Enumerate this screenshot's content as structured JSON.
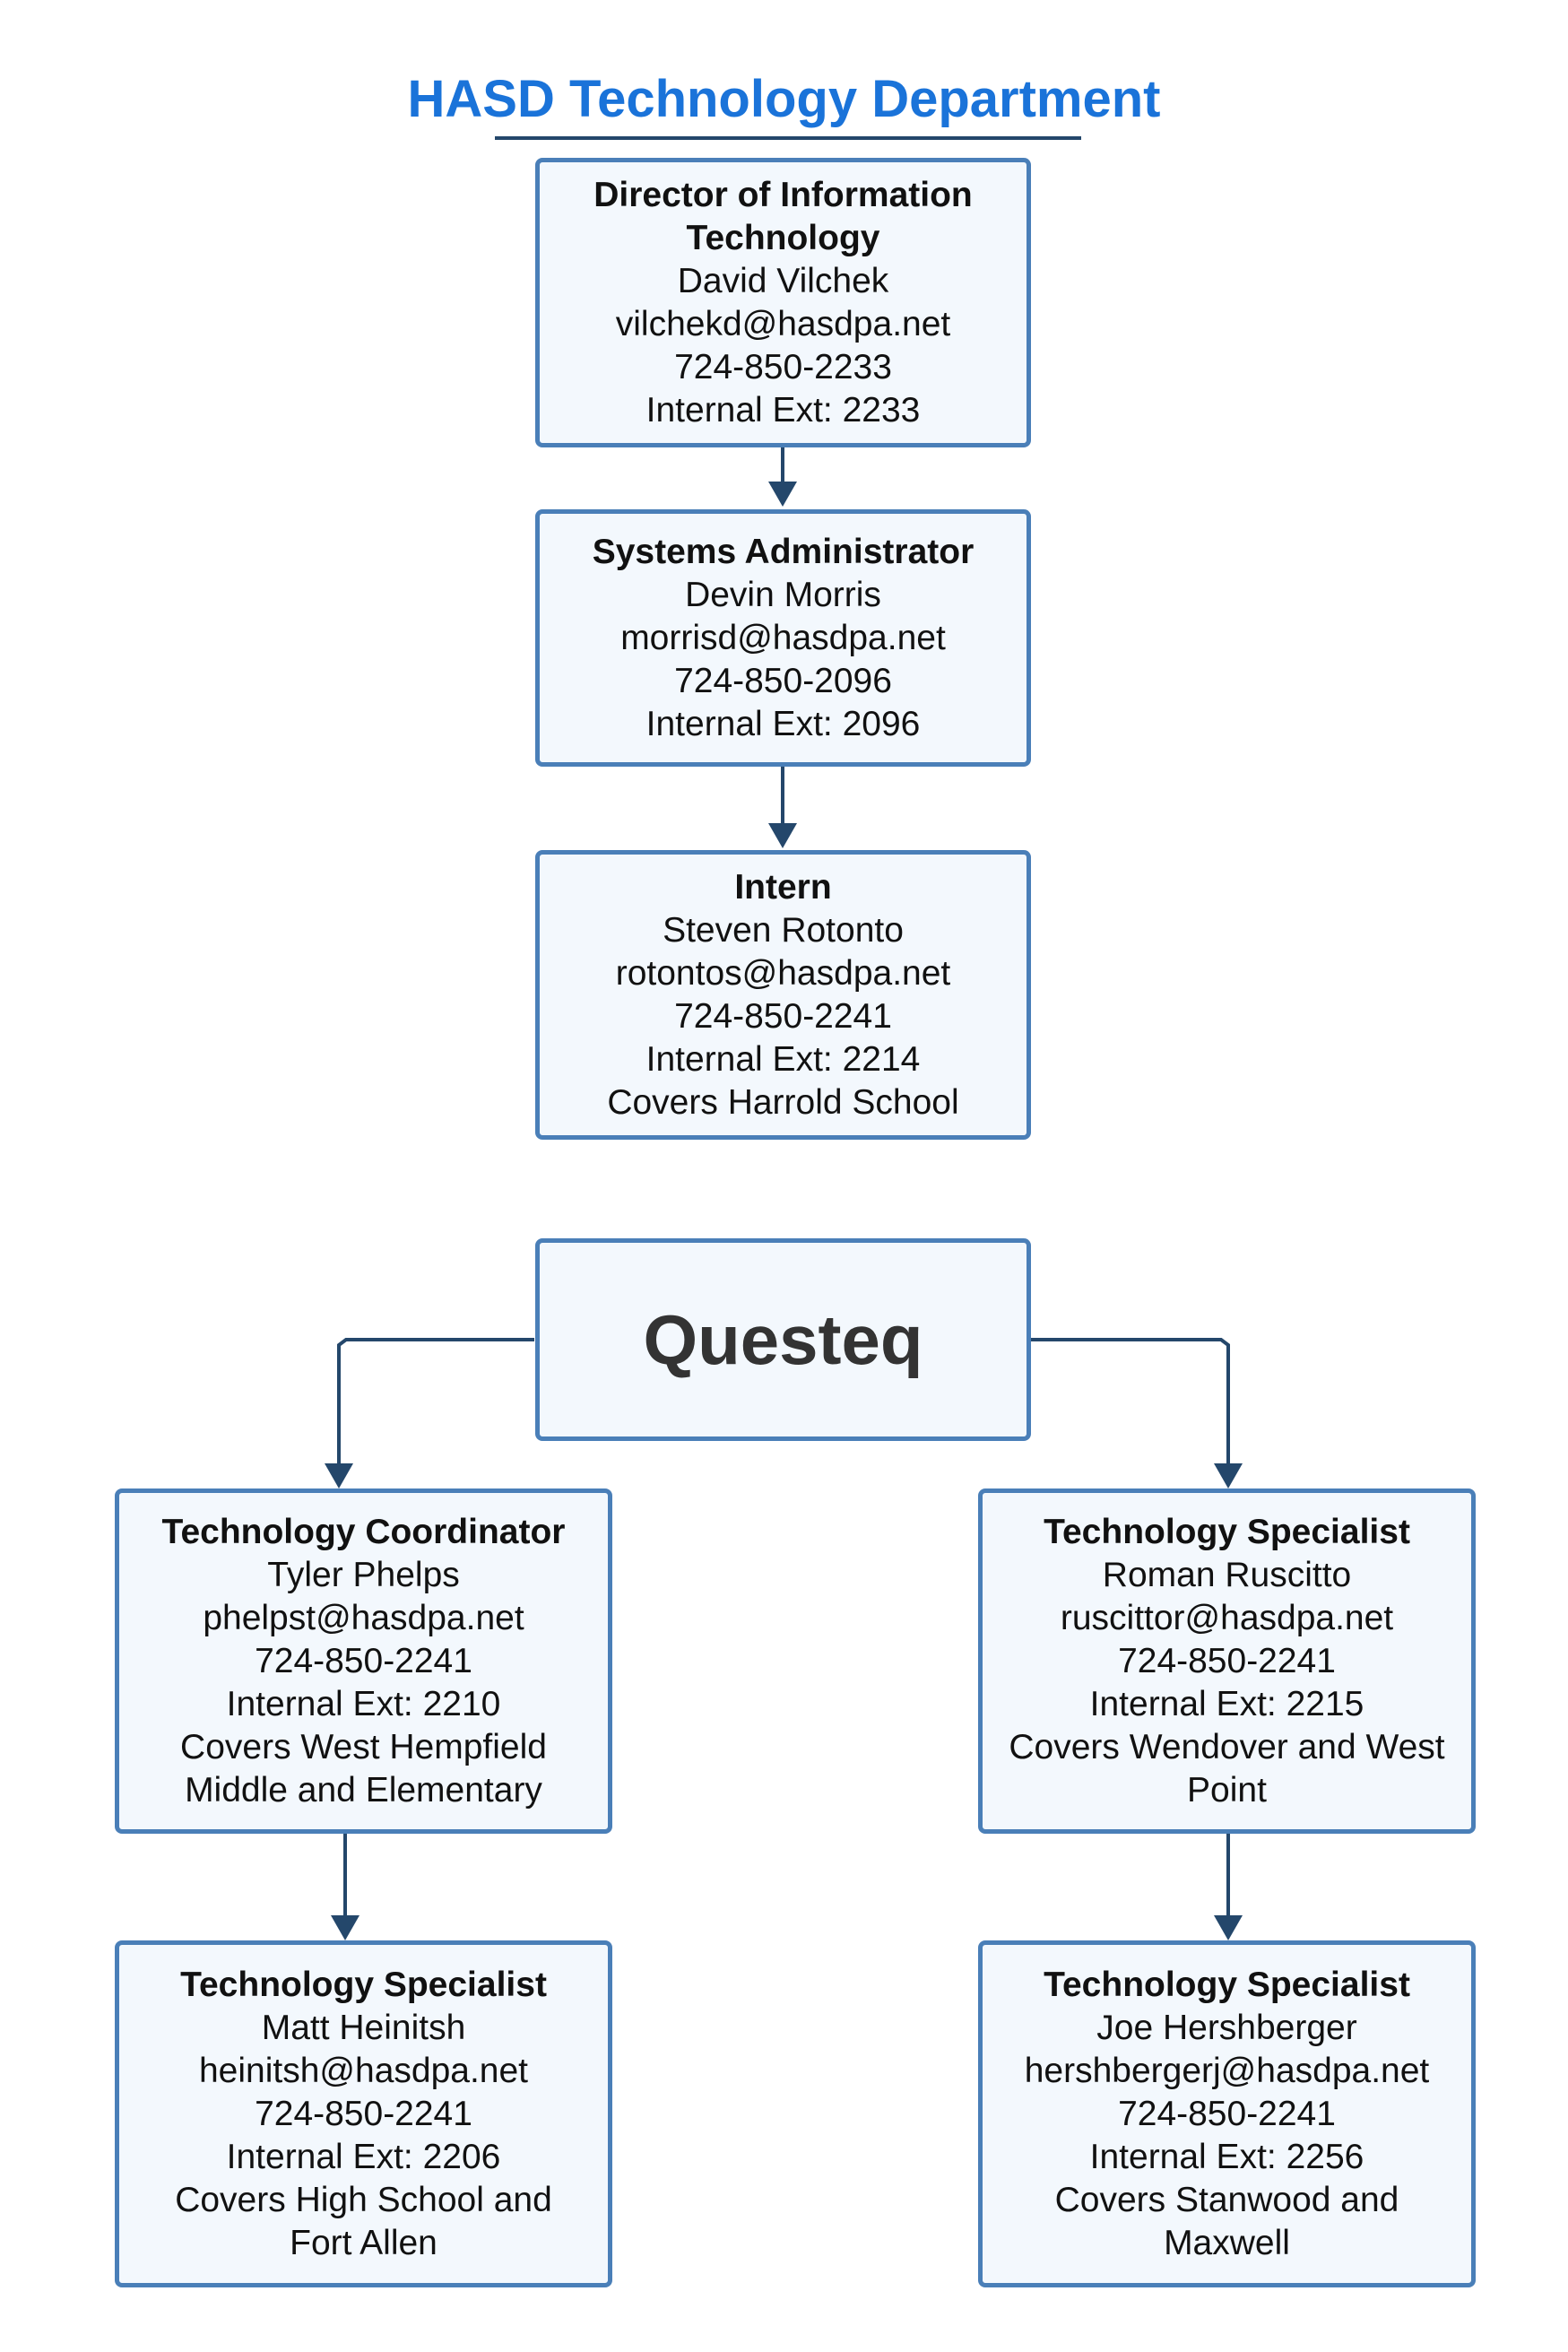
{
  "title": "HASD Technology Department",
  "colors": {
    "title": "#1a73d9",
    "box_border": "#4a7fb8",
    "box_fill": "#f3f8fd",
    "connector": "#24476b"
  },
  "nodes": {
    "director": {
      "role": "Director of Information Technology",
      "name": "David Vilchek",
      "email": "vilchekd@hasdpa.net",
      "phone": "724-850-2233",
      "ext": "Internal Ext: 2233"
    },
    "sysadmin": {
      "role": "Systems Administrator",
      "name": "Devin Morris",
      "email": "morrisd@hasdpa.net",
      "phone": "724-850-2096",
      "ext": "Internal Ext: 2096"
    },
    "intern": {
      "role": "Intern",
      "name": "Steven Rotonto",
      "email": "rotontos@hasdpa.net",
      "phone": "724-850-2241",
      "ext": "Internal Ext: 2214",
      "covers": "Covers Harrold School"
    },
    "questeq": {
      "label": "Questeq"
    },
    "coordinator": {
      "role": "Technology Coordinator",
      "name": "Tyler Phelps",
      "email": "phelpst@hasdpa.net",
      "phone": "724-850-2241",
      "ext": "Internal Ext: 2210",
      "covers_1": "Covers West Hempfield",
      "covers_2": "Middle and Elementary"
    },
    "specialist_roman": {
      "role": "Technology Specialist",
      "name": "Roman Ruscitto",
      "email": "ruscittor@hasdpa.net",
      "phone": "724-850-2241",
      "ext": "Internal Ext: 2215",
      "covers_1": "Covers Wendover and West",
      "covers_2": "Point"
    },
    "specialist_matt": {
      "role": "Technology Specialist",
      "name": "Matt Heinitsh",
      "email": "heinitsh@hasdpa.net",
      "phone": "724-850-2241",
      "ext": "Internal Ext: 2206",
      "covers_1": "Covers High School and",
      "covers_2": "Fort Allen"
    },
    "specialist_joe": {
      "role": "Technology Specialist",
      "name": "Joe Hershberger",
      "email": "hershbergerj@hasdpa.net",
      "phone": "724-850-2241",
      "ext": "Internal Ext: 2256",
      "covers_1": "Covers Stanwood and",
      "covers_2": "Maxwell"
    }
  },
  "edges": [
    {
      "from": "director",
      "to": "sysadmin"
    },
    {
      "from": "sysadmin",
      "to": "intern"
    },
    {
      "from": "questeq",
      "to": "coordinator"
    },
    {
      "from": "questeq",
      "to": "specialist_roman"
    },
    {
      "from": "coordinator",
      "to": "specialist_matt"
    },
    {
      "from": "specialist_roman",
      "to": "specialist_joe"
    }
  ]
}
